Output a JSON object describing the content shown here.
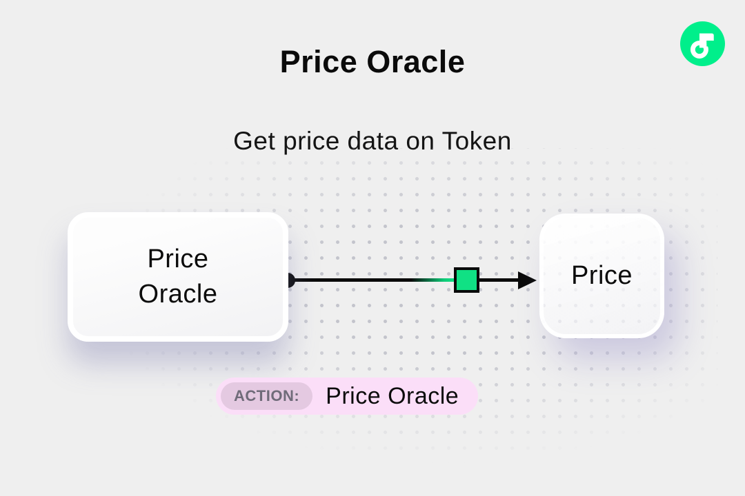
{
  "page": {
    "background_color": "#efefef",
    "dot_color": "#c3c4cc"
  },
  "header": {
    "title": "Price Oracle",
    "subtitle": "Get price data on Token"
  },
  "logo": {
    "name": "flow-blockchain-logo",
    "circle_color": "#00ef8b",
    "glyph_color": "#ffffff"
  },
  "diagram": {
    "source_node": {
      "label": "Price\nOracle"
    },
    "target_node": {
      "label": "Price"
    },
    "connector": {
      "line_color": "#0a0a0a",
      "packet_color": "#10e184",
      "packet_border_color": "#0a0a0a"
    }
  },
  "action_badge": {
    "label": "ACTION:",
    "value": "Price Oracle",
    "badge_color": "#fbdef8",
    "label_pill_color": "#e4c9e1",
    "label_text_color": "#6f6b79"
  }
}
